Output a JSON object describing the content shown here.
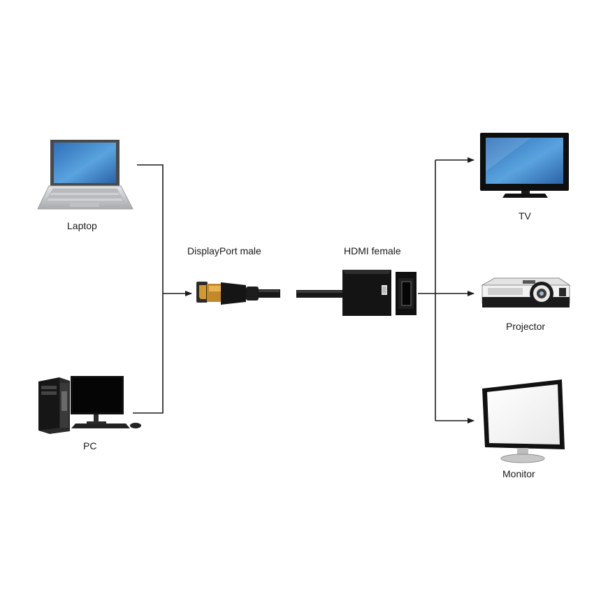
{
  "sources": [
    {
      "label": "Laptop",
      "icon": "laptop-icon"
    },
    {
      "label": "PC",
      "icon": "desktop-pc-icon"
    }
  ],
  "adapter": {
    "input_label": "DisplayPort male",
    "output_label": "HDMI female",
    "input_icon": "displayport-plug-icon",
    "output_icon": "hdmi-adapter-box-icon"
  },
  "outputs": [
    {
      "label": "TV",
      "icon": "tv-icon"
    },
    {
      "label": "Projector",
      "icon": "projector-icon"
    },
    {
      "label": "Monitor",
      "icon": "monitor-icon"
    }
  ],
  "colors": {
    "line": "#1a1a1a",
    "screen_blue": "#3f86c9",
    "device_silver": "#c9cbce",
    "device_black": "#111111"
  }
}
